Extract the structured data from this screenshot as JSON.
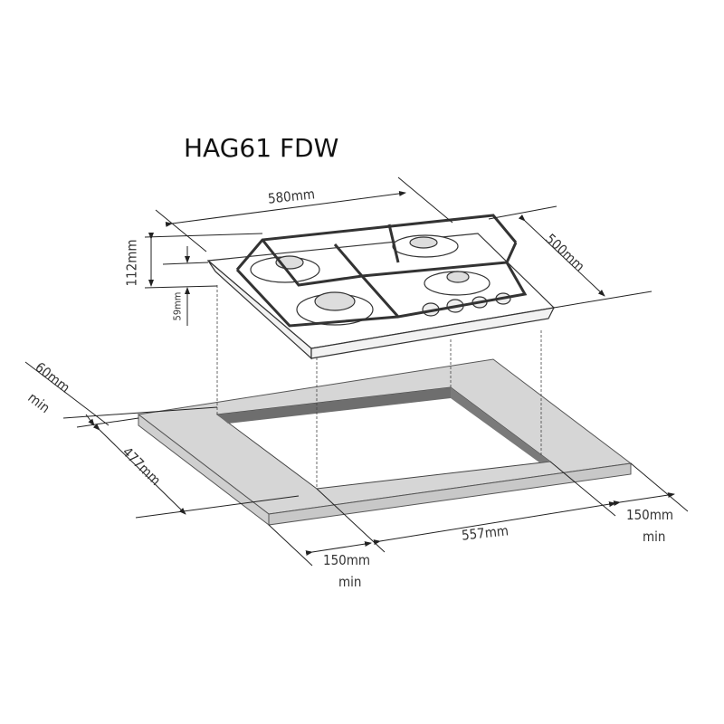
{
  "title": "HAG61 FDW",
  "dimensions": {
    "width": "580mm",
    "depth": "500mm",
    "height_total": "112mm",
    "height_below": "59mm",
    "back_clearance": "60mm",
    "back_clearance_min": "min",
    "cutout_depth": "477mm",
    "cutout_width": "557mm",
    "side_left": "150mm",
    "side_left_min": "min",
    "side_right": "150mm",
    "side_right_min": "min"
  },
  "colors": {
    "countertop": "#d6d6d6",
    "cutout_wall": "#6e6e6e",
    "line": "#333333"
  }
}
